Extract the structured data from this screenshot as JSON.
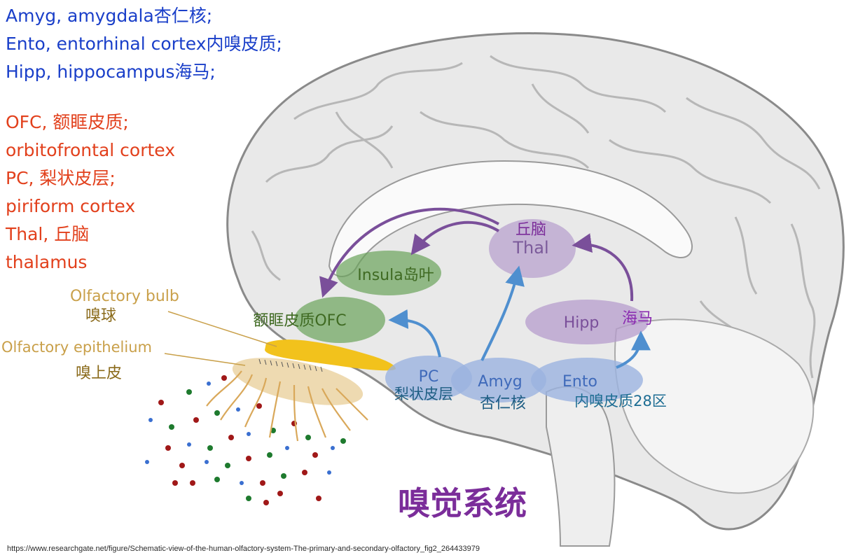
{
  "legend": {
    "blue": [
      "Amyg, amygdala杏仁核;",
      "Ento, entorhinal cortex内嗅皮质;",
      "Hipp, hippocampus海马;"
    ],
    "red": [
      "OFC, 额眶皮质;",
      "orbitofrontal cortex",
      "PC, 梨状皮层;",
      "piriform cortex",
      "Thal, 丘脑",
      "thalamus"
    ]
  },
  "regions": {
    "thal": {
      "line1": "丘脑",
      "line2": "Thal"
    },
    "insula": {
      "label": "Insula岛叶"
    },
    "ofc": {
      "label": "额眶皮质OFC"
    },
    "hipp": {
      "en": "Hipp",
      "cn": "海马"
    },
    "pc": {
      "en": "PC",
      "cn": "梨状皮层"
    },
    "amyg": {
      "en": "Amyg",
      "cn": "杏仁核"
    },
    "ento": {
      "en": "Ento",
      "cn": "内嗅皮质28区"
    }
  },
  "olfactory": {
    "bulb_en": "Olfactory bulb",
    "bulb_cn": "嗅球",
    "epithelium_en": "Olfactory epithelium",
    "epithelium_cn": "嗅上皮"
  },
  "title": "嗅觉系统",
  "source_url": "https://www.researchgate.net/figure/Schematic-view-of-the-human-olfactory-system-The-primary-and-secondary-olfactory_fig2_264433979",
  "colors": {
    "legend_blue": "#1a3fc9",
    "legend_red": "#e2401c",
    "purple": "#7b2d9a",
    "green": "#4a7a2a",
    "teal": "#1d6d93",
    "gold": "#c9a04a",
    "arrow_blue": "#4f8fcf",
    "arrow_purple": "#7a4f9a"
  }
}
